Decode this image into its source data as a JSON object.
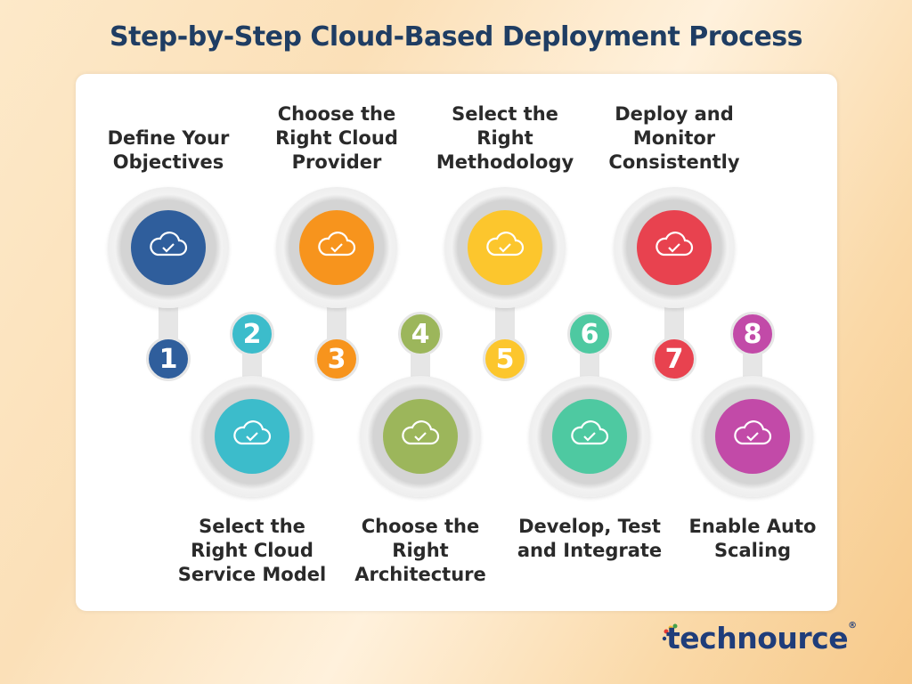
{
  "title": "Step-by-Step Cloud-Based Deployment Process",
  "steps": [
    {
      "number": "1",
      "label": "Define Your Objectives",
      "color": "#2f5e9c",
      "icon": "cloud-lightbulb-check-icon"
    },
    {
      "number": "2",
      "label": "Select the Right Cloud Service Model",
      "color": "#3cbccb",
      "icon": "cloud-check-circle-icon"
    },
    {
      "number": "3",
      "label": "Choose the Right Cloud Provider",
      "color": "#f7941d",
      "icon": "cloud-network-check-icon"
    },
    {
      "number": "4",
      "label": "Choose the Right Architecture",
      "color": "#9cb65b",
      "icon": "cloud-server-icon"
    },
    {
      "number": "5",
      "label": "Select the Right Methodology",
      "color": "#fcc62d",
      "icon": "cloud-cart-icon"
    },
    {
      "number": "6",
      "label": "Develop, Test and Integrate",
      "color": "#4ec9a1",
      "icon": "cloud-gear-icon"
    },
    {
      "number": "7",
      "label": "Deploy and Monitor Consistently",
      "color": "#e8424f",
      "icon": "monitor-cloud-sync-icon"
    },
    {
      "number": "8",
      "label": "Enable Auto Scaling",
      "color": "#c24aa8",
      "icon": "cloud-scaling-arrows-icon"
    }
  ],
  "logo": {
    "text": "technource",
    "mark": "®"
  }
}
